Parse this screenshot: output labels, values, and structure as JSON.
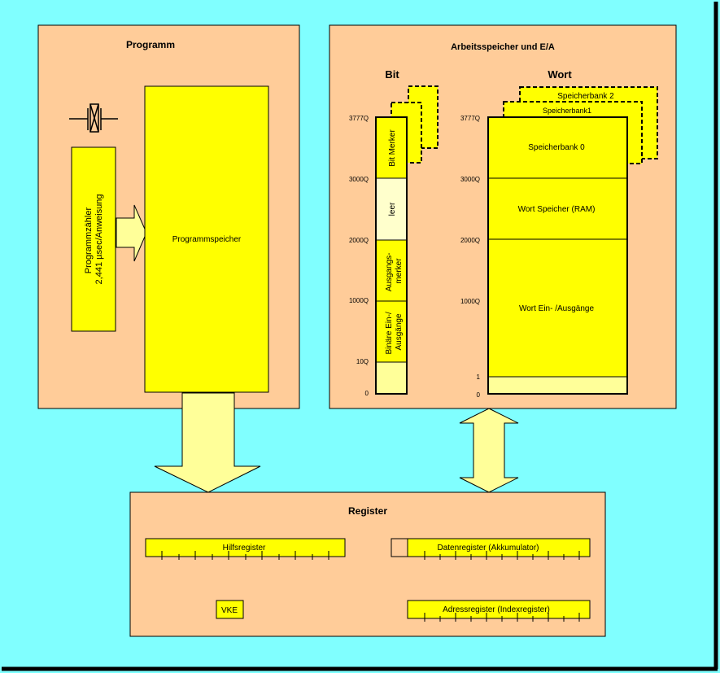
{
  "colors": {
    "background": "#80ffff",
    "panel": "#ffcc99",
    "yellow": "#ffff00",
    "pale_yellow": "#ffff99",
    "cream": "#ffffcc",
    "outline": "#000000"
  },
  "program": {
    "title": "Programm",
    "counter_line1": "Programmzähler",
    "counter_line2": "2,441 µsec/Anweisung",
    "memory_label": "Programmspeicher",
    "crystal_icon": "crystal-oscillator-icon"
  },
  "workmem": {
    "title": "Arbeitsspeicher und E/A",
    "bit": {
      "heading": "Bit",
      "addresses": [
        "3777Q",
        "3000Q",
        "2000Q",
        "1000Q",
        "10Q",
        "0"
      ],
      "segments": [
        "Bit Merker",
        "leer",
        "Ausgangs-|merker",
        "Binäre Ein-/|Ausgänge"
      ]
    },
    "word": {
      "heading": "Wort",
      "bank2": "Speicherbank 2",
      "bank1": "Speicherbank1",
      "addresses": [
        "3777Q",
        "3000Q",
        "2000Q",
        "1000Q",
        "1",
        "0"
      ],
      "segments": [
        "Speicherbank 0",
        "Wort Speicher (RAM)",
        "Wort Ein- /Ausgänge"
      ]
    }
  },
  "registers": {
    "title": "Register",
    "hilfs": "Hilfsregister",
    "daten": "Datenregister (Akkumulator)",
    "vke": "VKE",
    "adress": "Adressregister (Indexregister)"
  }
}
